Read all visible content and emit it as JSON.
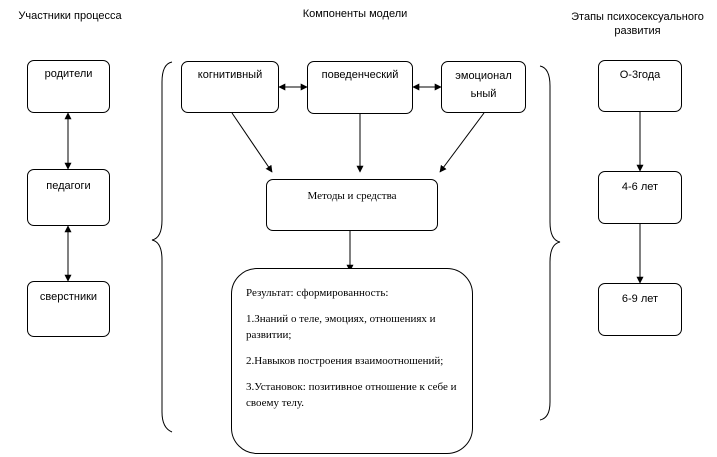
{
  "headers": {
    "participants": "Участники процесса",
    "components": "Компоненты модели",
    "stages_line1": "Этапы психосексуального",
    "stages_line2": "развития"
  },
  "participants": [
    "родители",
    "педагоги",
    "сверстники"
  ],
  "components": {
    "cognitive": "когнитивный",
    "behavioral": "поведенческий",
    "emotional_line1": "эмоционал",
    "emotional_line2": "ьный"
  },
  "methods": "Методы и средства",
  "result": {
    "title": "Результат:  сформированность:",
    "item1": "1.Знаний о теле, эмоциях, отношениях и развитии;",
    "item2": "2.Навыков  построения взаимоотношений;",
    "item3": "3.Установок:  позитивное отношение к себе и своему телу."
  },
  "stages": [
    "О-3года",
    "4-6 лет",
    "6-9 лет"
  ]
}
